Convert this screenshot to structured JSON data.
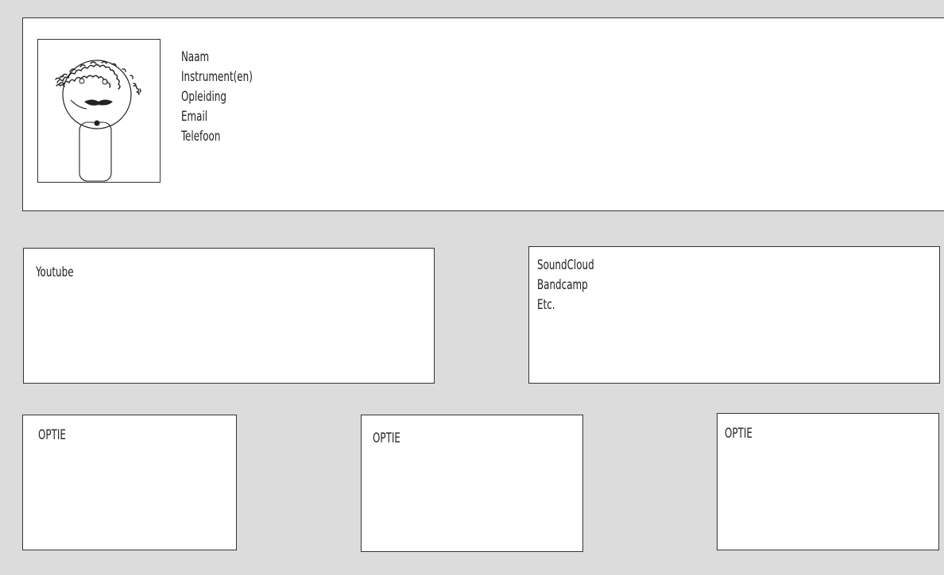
{
  "profile": {
    "fields": [
      "Naam",
      "Instrument(en)",
      "Opleiding",
      "Email",
      "Telefoon"
    ],
    "avatar_icon": "person-sketch-icon"
  },
  "media": {
    "youtube_label": "Youtube",
    "audio_links": [
      "SoundCloud",
      "Bandcamp",
      "Etc."
    ]
  },
  "options": [
    "OPTIE",
    "OPTIE",
    "OPTIE"
  ],
  "colors": {
    "background": "#dcdcdc",
    "panel": "#ffffff",
    "border": "#333333"
  }
}
